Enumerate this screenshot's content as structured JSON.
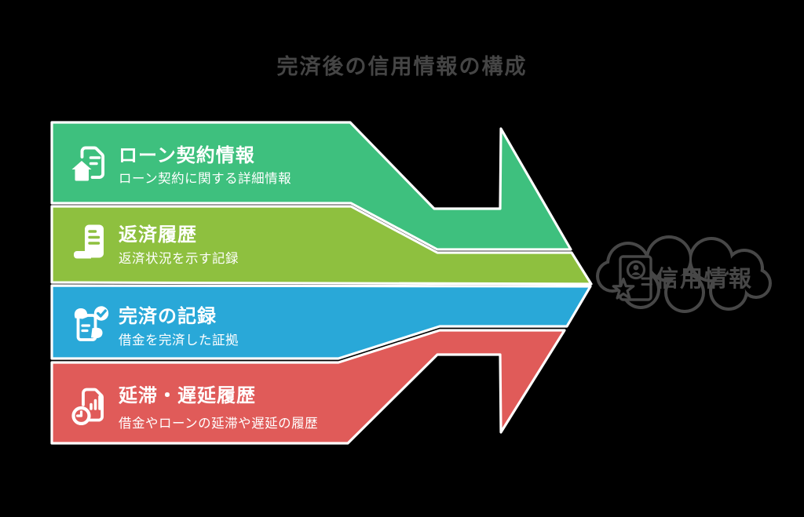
{
  "title": "完済後の信用情報の構成",
  "bands": [
    {
      "title": "ローン契約情報",
      "subtitle": "ローン契約に関する詳細情報",
      "color": "#3ec07e",
      "icon": "home-loan-document-icon"
    },
    {
      "title": "返済履歴",
      "subtitle": "返済状況を示す記録",
      "color": "#8ec03f",
      "icon": "receipt-icon"
    },
    {
      "title": "完済の記録",
      "subtitle": "借金を完済した証拠",
      "color": "#29a8d8",
      "icon": "checklist-hands-check-icon"
    },
    {
      "title": "延滞・遅延履歴",
      "subtitle": "借金やローンの延滞や遅延の履歴",
      "color": "#e05b59",
      "icon": "document-chart-clock-icon"
    }
  ],
  "result": {
    "label": "信用情報",
    "icon": "id-card-star-icon"
  },
  "colors": {
    "background": "#000000",
    "arrow_outline": "#ffffff",
    "band_text": "#ffffff",
    "neutral_gray": "#474747"
  }
}
